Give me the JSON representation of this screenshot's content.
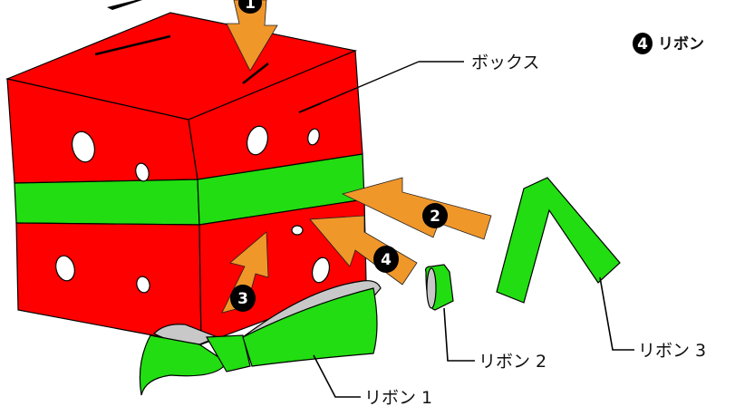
{
  "labels": {
    "box": "ボックス",
    "ribbon1": "リボン 1",
    "ribbon2": "リボン 2",
    "ribbon3": "リボン 3",
    "step4_title": "リボン"
  },
  "steps": [
    "1",
    "2",
    "3",
    "4"
  ],
  "colors": {
    "box_red": "#ff0000",
    "ribbon_green": "#22dd11",
    "arrow_orange": "#f0972a",
    "ribbon_inner_gray": "#c8c8c8",
    "badge_black": "#000000"
  }
}
